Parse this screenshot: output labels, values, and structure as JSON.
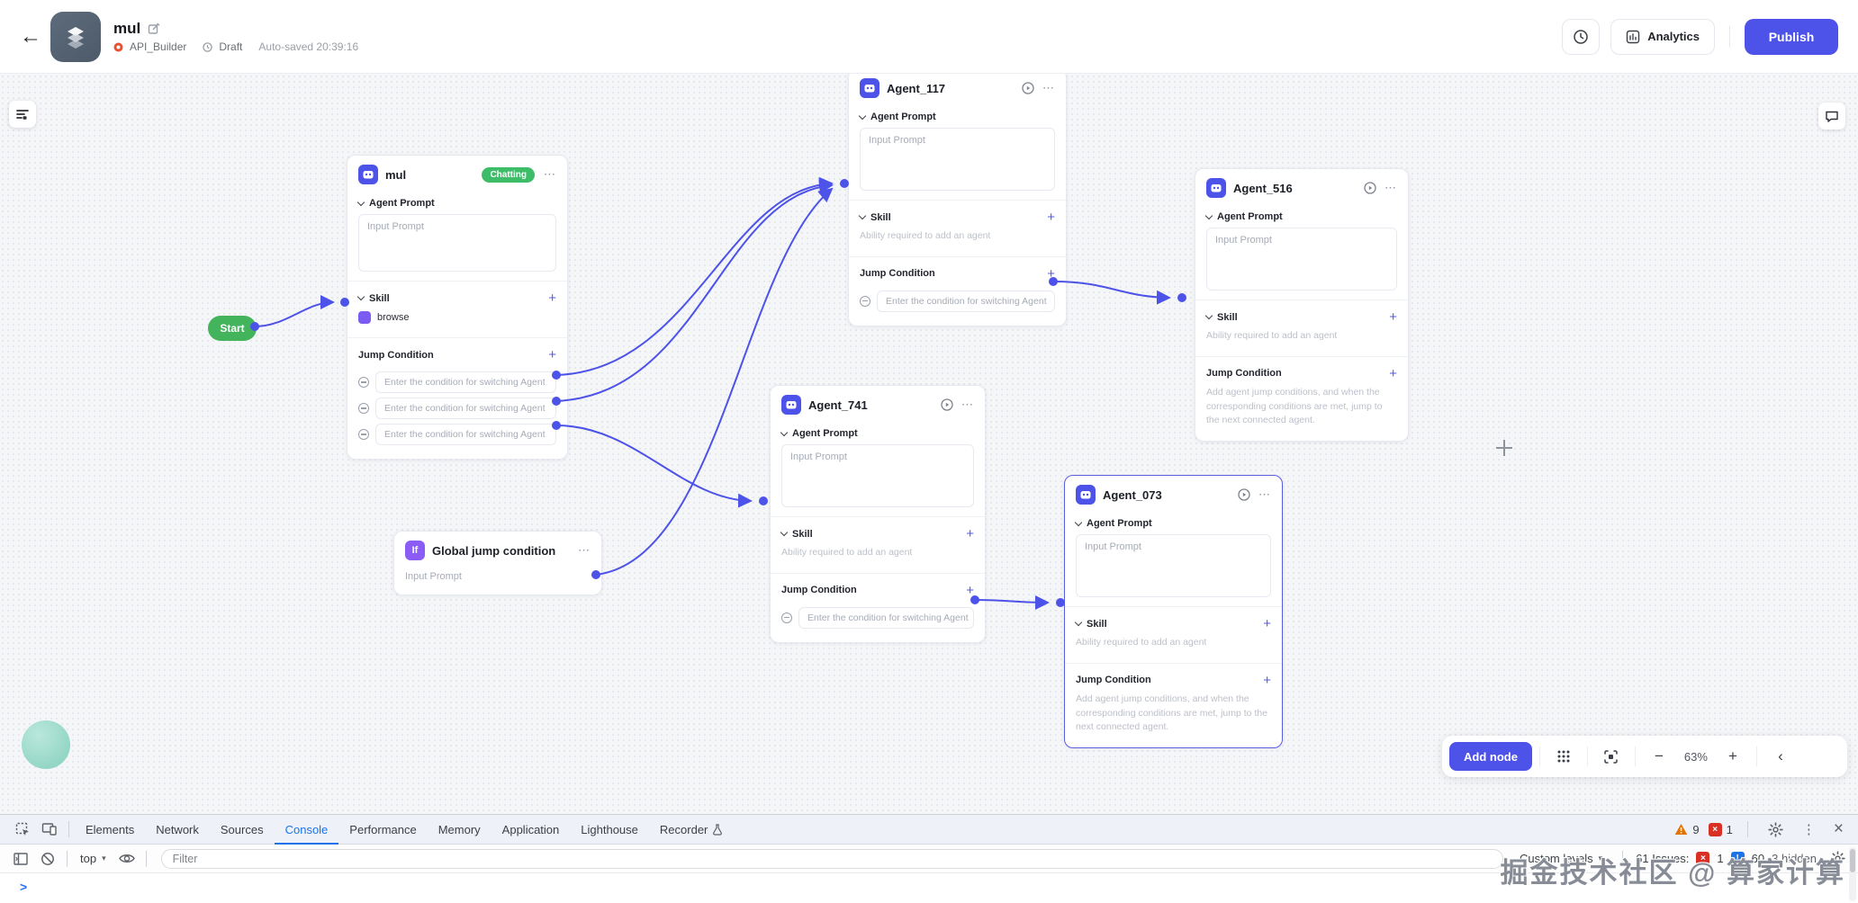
{
  "colors": {
    "accent_indigo": "#4d53e8",
    "badge_green": "#3dbd68",
    "start_green": "#43b45c",
    "if_purple": "#8b5cf6",
    "skill_purple": "#7c5cf0",
    "devtools_blue": "#1a73e8",
    "warning_orange": "#e37400",
    "error_red": "#d93025"
  },
  "header": {
    "title": "mul",
    "workspace": "API_Builder",
    "status": "Draft",
    "autosaved": "Auto-saved 20:39:16",
    "analytics_label": "Analytics",
    "publish_label": "Publish"
  },
  "canvas": {
    "zoom_level": "63%",
    "add_node_label": "Add node",
    "start_label": "Start",
    "common": {
      "agent_prompt": "Agent Prompt",
      "input_prompt": "Input Prompt",
      "skill": "Skill",
      "skill_hint": "Ability required to add an agent",
      "jump_condition": "Jump Condition",
      "condition_placeholder": "Enter the condition for switching Agent",
      "jump_hint": "Add agent jump conditions, and when the corresponding conditions are met, jump to the next connected agent.",
      "browse_skill": "browse"
    },
    "nodes": {
      "mul": {
        "title": "mul",
        "badge": "Chatting"
      },
      "agent_117": {
        "title": "Agent_117"
      },
      "agent_516": {
        "title": "Agent_516"
      },
      "agent_741": {
        "title": "Agent_741"
      },
      "agent_073": {
        "title": "Agent_073"
      },
      "global_jump": {
        "title": "Global jump condition"
      }
    }
  },
  "devtools": {
    "tabs": [
      "Elements",
      "Network",
      "Sources",
      "Console",
      "Performance",
      "Memory",
      "Application",
      "Lighthouse",
      "Recorder"
    ],
    "warning_count": "9",
    "error_count": "1",
    "context": "top",
    "filter_placeholder": "Filter",
    "custom_levels": "Custom levels",
    "issues_label": "61 Issues:",
    "issues_error_count": "1",
    "issues_info_count": "60",
    "hidden_label": "3 hidden"
  },
  "watermark": "掘金技术社区 @ 算家计算",
  "icons": {
    "back": "←",
    "more": "⋯",
    "plus": "+",
    "minus": "−",
    "collapse": "‹",
    "caret_down": "▾",
    "prompt": ">",
    "close": "×",
    "kebab": "⋮"
  }
}
